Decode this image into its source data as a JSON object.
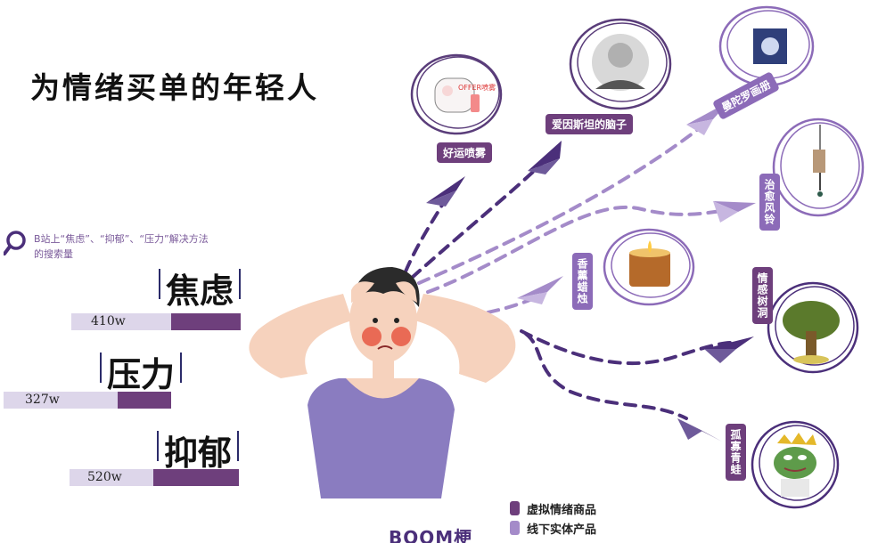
{
  "title": "为情绪买单的年轻人",
  "search_caption": {
    "line1": "B站上“焦虑”、“抑郁”、“压力”解决方法",
    "line2": "的搜索量"
  },
  "terms": [
    {
      "label": "焦虑",
      "value": "410w"
    },
    {
      "label": "压力",
      "value": "327w"
    },
    {
      "label": "抑郁",
      "value": "520w"
    }
  ],
  "items": [
    {
      "label": "好运喷雾",
      "category": "virtual",
      "image_text": "OFFER喷雾"
    },
    {
      "label": "爱因斯坦的脑子",
      "category": "virtual"
    },
    {
      "label": "曼陀罗画册",
      "category": "physical"
    },
    {
      "label": "治愈风铃",
      "category": "physical"
    },
    {
      "label": "香薰蜡烛",
      "category": "physical"
    },
    {
      "label": "情感树洞",
      "category": "virtual"
    },
    {
      "label": "孤寡青蛙",
      "category": "virtual"
    }
  ],
  "legend": [
    {
      "label": "虚拟情绪商品",
      "color": "#6e3f7c"
    },
    {
      "label": "线下实体产品",
      "color": "#a48bc9"
    }
  ],
  "brand": "BOOM梗",
  "colors": {
    "dark_purple": "#6e3f7c",
    "light_purple": "#a48bc9",
    "arrow_dark": "#4b2f7a",
    "skin": "#f6d2bd",
    "shirt": "#8a7cc0"
  }
}
